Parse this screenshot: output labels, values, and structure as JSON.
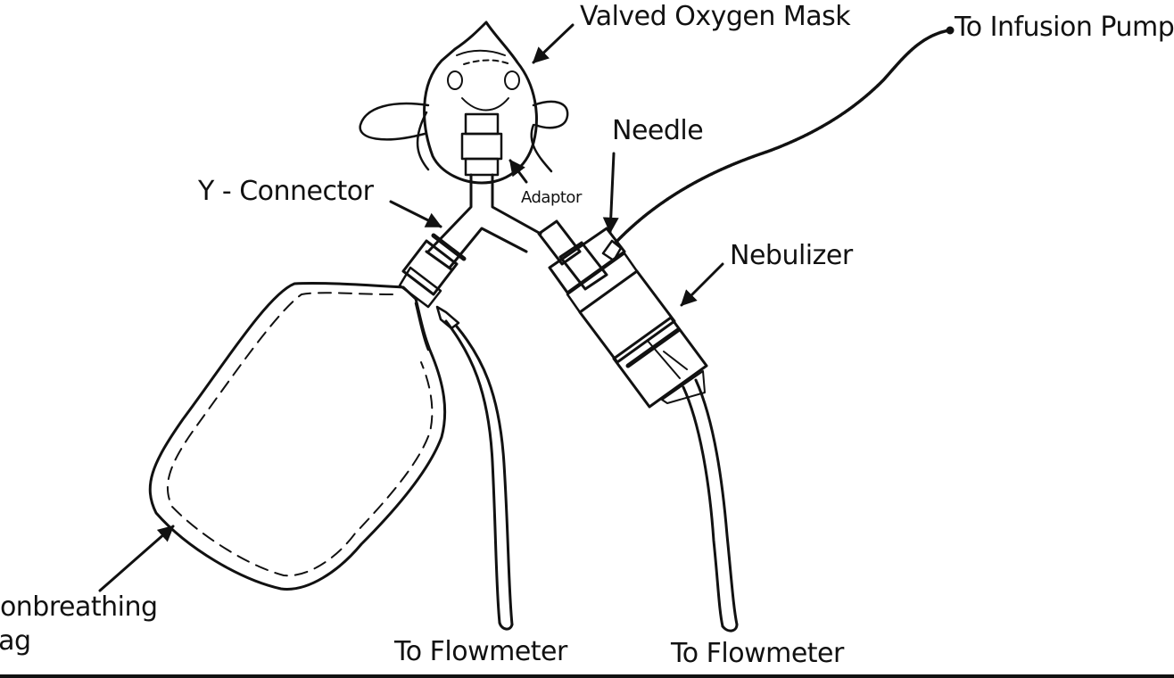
{
  "labels": {
    "mask": "Valved Oxygen Mask",
    "infusion_pump": "To Infusion Pump",
    "needle": "Needle",
    "y_connector": "Y - Connector",
    "adaptor": "Adaptor",
    "nebulizer": "Nebulizer",
    "bag_line1": "Nonbreathing",
    "bag_line2": "Bag",
    "flowmeter_left": "To Flowmeter",
    "flowmeter_right": "To Flowmeter"
  },
  "colors": {
    "ink": "#111111",
    "paper": "#ffffff"
  }
}
